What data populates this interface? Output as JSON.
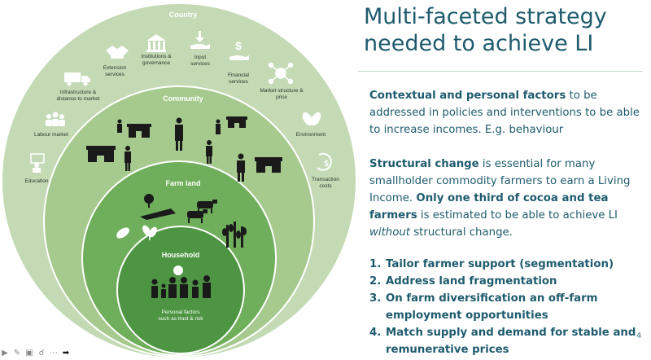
{
  "diagram": {
    "rings": {
      "country": "Country",
      "community": "Community",
      "farm_land": "Farm land",
      "household": "Household"
    },
    "country_factors": [
      {
        "id": "extension",
        "lines": [
          "Extension",
          "services"
        ],
        "icon": "handshake-icon"
      },
      {
        "id": "institutions",
        "lines": [
          "Institutions &",
          "governance"
        ],
        "icon": "bank-building-icon"
      },
      {
        "id": "input",
        "lines": [
          "Input",
          "services"
        ],
        "icon": "download-hand-icon"
      },
      {
        "id": "financial",
        "lines": [
          "Financial",
          "services"
        ],
        "icon": "dollar-hand-icon"
      },
      {
        "id": "infrastructure",
        "lines": [
          "Infrastructure &",
          "distance to market"
        ],
        "icon": "truck-icon"
      },
      {
        "id": "market",
        "lines": [
          "Market structure &",
          "price"
        ],
        "icon": "network-dollar-icon"
      },
      {
        "id": "labour",
        "lines": [
          "Labour market"
        ],
        "icon": "people-group-icon"
      },
      {
        "id": "environment",
        "lines": [
          "Environment"
        ],
        "icon": "leaves-icon"
      },
      {
        "id": "education",
        "lines": [
          "Education"
        ],
        "icon": "teacher-board-icon"
      },
      {
        "id": "transaction",
        "lines": [
          "Transaction",
          "costs"
        ],
        "icon": "dollar-cycle-icon"
      }
    ],
    "household_caption": [
      "Personal factors",
      "such as trust & risk"
    ]
  },
  "slide": {
    "title_lines": [
      "Multi-faceted strategy",
      "needed to achieve LI"
    ],
    "p1": {
      "bold": "Contextual and personal factors",
      "rest": " to be addressed in policies and interventions to be able to increase incomes. E.g. behaviour"
    },
    "p2": {
      "bold1": "Structural change",
      "text1": " is essential for many smallholder commodity farmers to earn a Living Income. ",
      "bold2": "Only one third of cocoa and tea farmers",
      "text2": " is estimated to be able to achieve LI ",
      "italic": "without",
      "text3": " structural change."
    },
    "steps": [
      {
        "num": "1.",
        "text": "Tailor farmer support (segmentation)"
      },
      {
        "num": "2.",
        "text": "Address land fragmentation"
      },
      {
        "num": "3.",
        "text": "On farm diversification an off-farm employment opportunities"
      },
      {
        "num": "4.",
        "text": "Match supply and demand for stable and remunerative prices"
      }
    ],
    "page_number": "4"
  },
  "colors": {
    "country_ring": "#c3dab5",
    "community_ring": "#a6ca8e",
    "farmland_ring": "#6fae5a",
    "household_ring": "#4d9443",
    "title_text": "#1e5b6e",
    "icon_dark": "#1a1a1a"
  }
}
